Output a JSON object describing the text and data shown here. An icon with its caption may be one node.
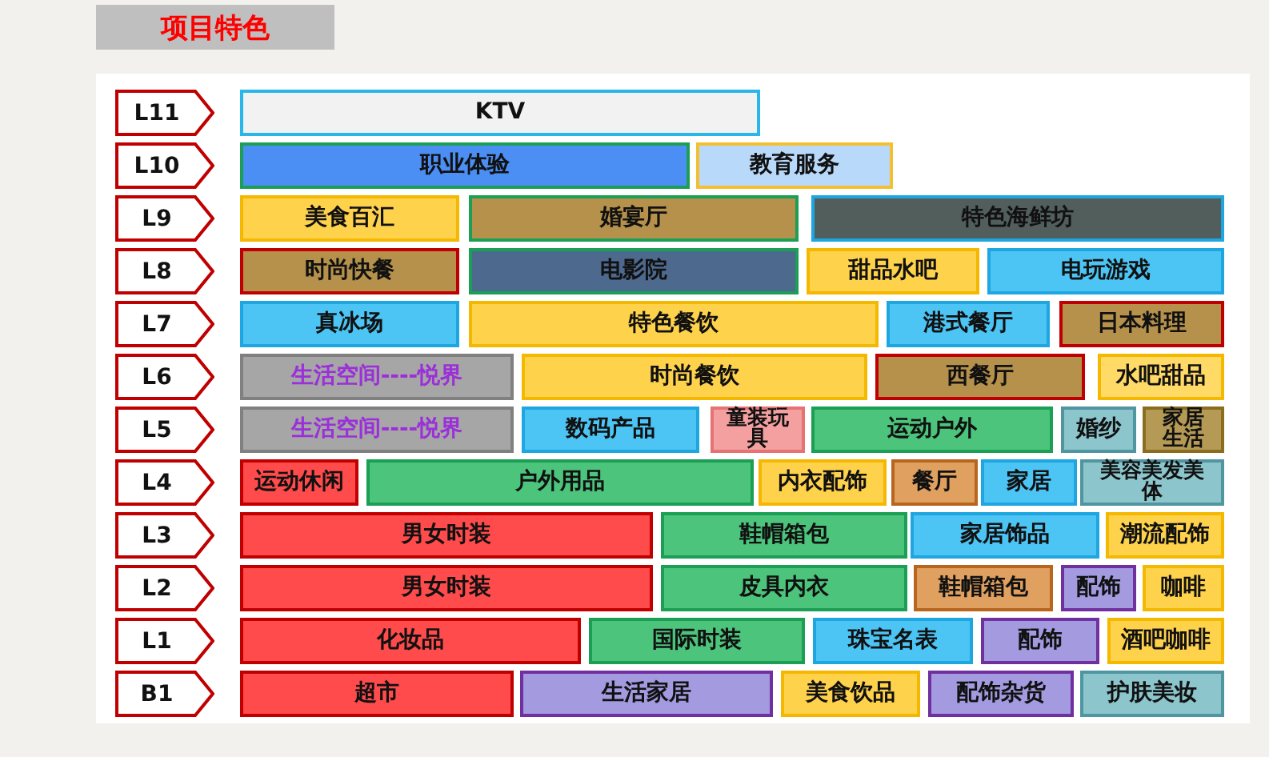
{
  "diagram": {
    "title": "项目特色",
    "nodes": [
      {
        "text": [
          "L11"
        ]
      },
      {
        "text": [
          "KTV"
        ]
      },
      {
        "text": [
          "L10"
        ]
      },
      {
        "text": [
          "职业体验"
        ]
      },
      {
        "text": [
          "教育服务"
        ]
      },
      {
        "text": [
          "L9"
        ]
      },
      {
        "text": [
          "美食百汇"
        ]
      },
      {
        "text": [
          "婚宴厅"
        ]
      },
      {
        "text": [
          "特色海鲜坊"
        ]
      },
      {
        "text": [
          "L8"
        ]
      },
      {
        "text": [
          "时尚快餐"
        ]
      },
      {
        "text": [
          "电影院"
        ]
      },
      {
        "text": [
          "甜品水吧"
        ]
      },
      {
        "text": [
          "电玩游戏"
        ]
      },
      {
        "text": [
          "L7"
        ]
      },
      {
        "text": [
          "真冰场"
        ]
      },
      {
        "text": [
          "特色餐饮"
        ]
      },
      {
        "text": [
          "港式餐厅"
        ]
      },
      {
        "text": [
          "日本料理"
        ]
      },
      {
        "text": [
          "L6"
        ]
      },
      {
        "text": [
          "生活空间----悦界"
        ]
      },
      {
        "text": [
          "时尚餐饮"
        ]
      },
      {
        "text": [
          "西餐厅"
        ]
      },
      {
        "text": [
          "水吧甜品"
        ]
      },
      {
        "text": [
          "L5"
        ]
      },
      {
        "text": [
          "生活空间----悦界"
        ]
      },
      {
        "text": [
          "数码产品"
        ]
      },
      {
        "text": [
          "童装玩具"
        ]
      },
      {
        "text": [
          "运动户外"
        ]
      },
      {
        "text": [
          "婚纱"
        ]
      },
      {
        "text": [
          "家居生活"
        ]
      },
      {
        "text": [
          "L4"
        ]
      },
      {
        "text": [
          "运动休闲"
        ]
      },
      {
        "text": [
          "户外用品"
        ]
      },
      {
        "text": [
          "内衣配饰"
        ]
      },
      {
        "text": [
          "餐厅"
        ]
      },
      {
        "text": [
          "家居"
        ]
      },
      {
        "text": [
          "美容美发美体"
        ]
      },
      {
        "text": [
          "L3"
        ]
      },
      {
        "text": [
          "男女时装"
        ]
      },
      {
        "text": [
          "鞋帽箱包"
        ]
      },
      {
        "text": [
          "家居饰品"
        ]
      },
      {
        "text": [
          "潮流配饰"
        ]
      },
      {
        "text": [
          "L2"
        ]
      },
      {
        "text": [
          "男女时装"
        ]
      },
      {
        "text": [
          "皮具内衣"
        ]
      },
      {
        "text": [
          "鞋帽箱包"
        ]
      },
      {
        "text": [
          "配饰"
        ]
      },
      {
        "text": [
          "咖啡"
        ]
      },
      {
        "text": [
          "L1"
        ]
      },
      {
        "text": [
          "化妆品"
        ]
      },
      {
        "text": [
          "国际时装"
        ]
      },
      {
        "text": [
          "珠宝名表"
        ]
      },
      {
        "text": [
          "配饰"
        ]
      },
      {
        "text": [
          "酒吧咖啡"
        ]
      },
      {
        "text": [
          "B1"
        ]
      },
      {
        "text": [
          "超市"
        ]
      },
      {
        "text": [
          "生活家居"
        ]
      },
      {
        "text": [
          "美食饮品"
        ]
      },
      {
        "text": [
          "配饰杂货"
        ]
      },
      {
        "text": [
          "护肤美妆"
        ]
      }
    ]
  }
}
